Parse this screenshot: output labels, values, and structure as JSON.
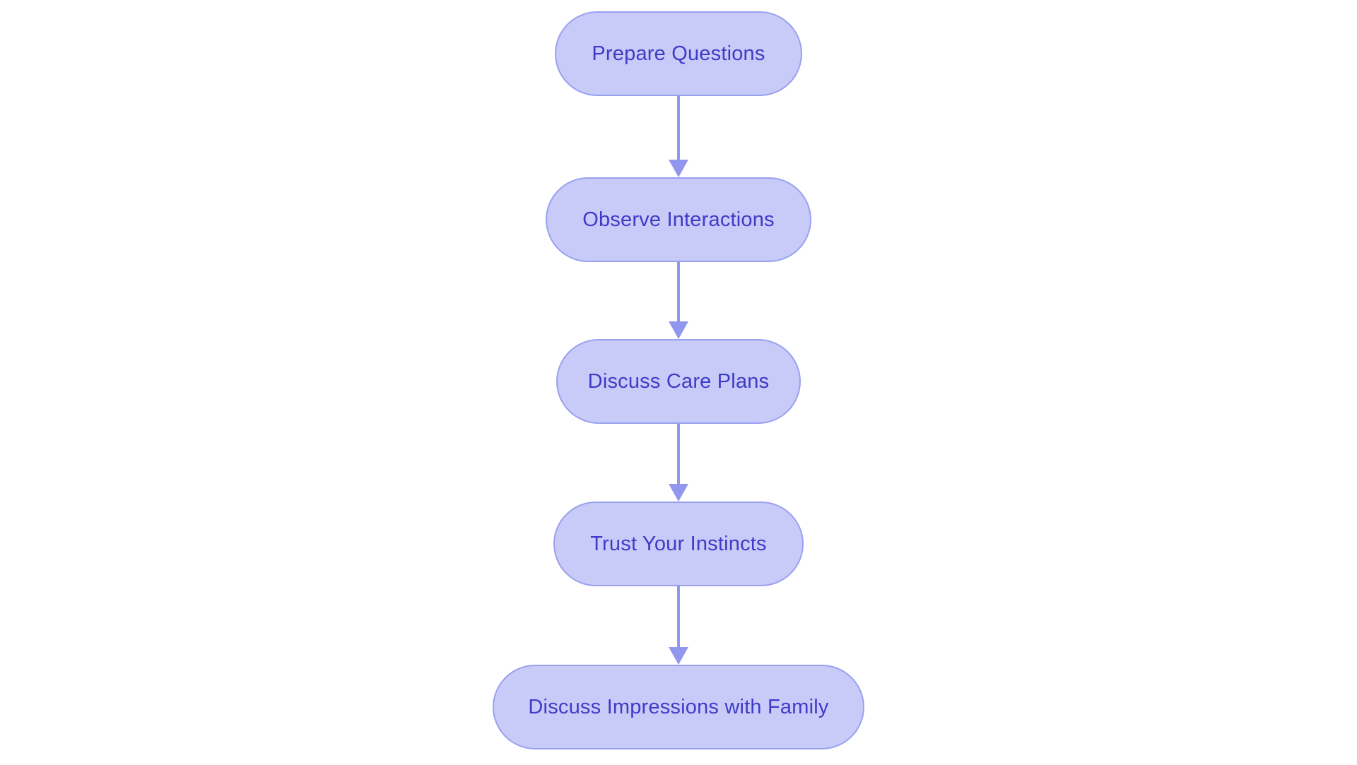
{
  "flowchart": {
    "title": "",
    "nodes": [
      {
        "id": "n1",
        "label": "Prepare Questions"
      },
      {
        "id": "n2",
        "label": "Observe Interactions"
      },
      {
        "id": "n3",
        "label": "Discuss Care Plans"
      },
      {
        "id": "n4",
        "label": "Trust Your Instincts"
      },
      {
        "id": "n5",
        "label": "Discuss Impressions with Family"
      }
    ],
    "connections": [
      {
        "from": "Prepare Questions",
        "to": "Observe Interactions"
      },
      {
        "from": "Observe Interactions",
        "to": "Discuss Care Plans"
      },
      {
        "from": "Discuss Care Plans",
        "to": "Trust Your Instincts"
      },
      {
        "from": "Trust Your Instincts",
        "to": "Discuss Impressions with Family"
      }
    ],
    "style": {
      "background_color": "#ffffff",
      "node_fill_color": "#c8cbf8",
      "node_border_color": "#9aa0f0",
      "node_text_color": "#3e3bc7",
      "arrow_color": "#9197ee"
    }
  }
}
